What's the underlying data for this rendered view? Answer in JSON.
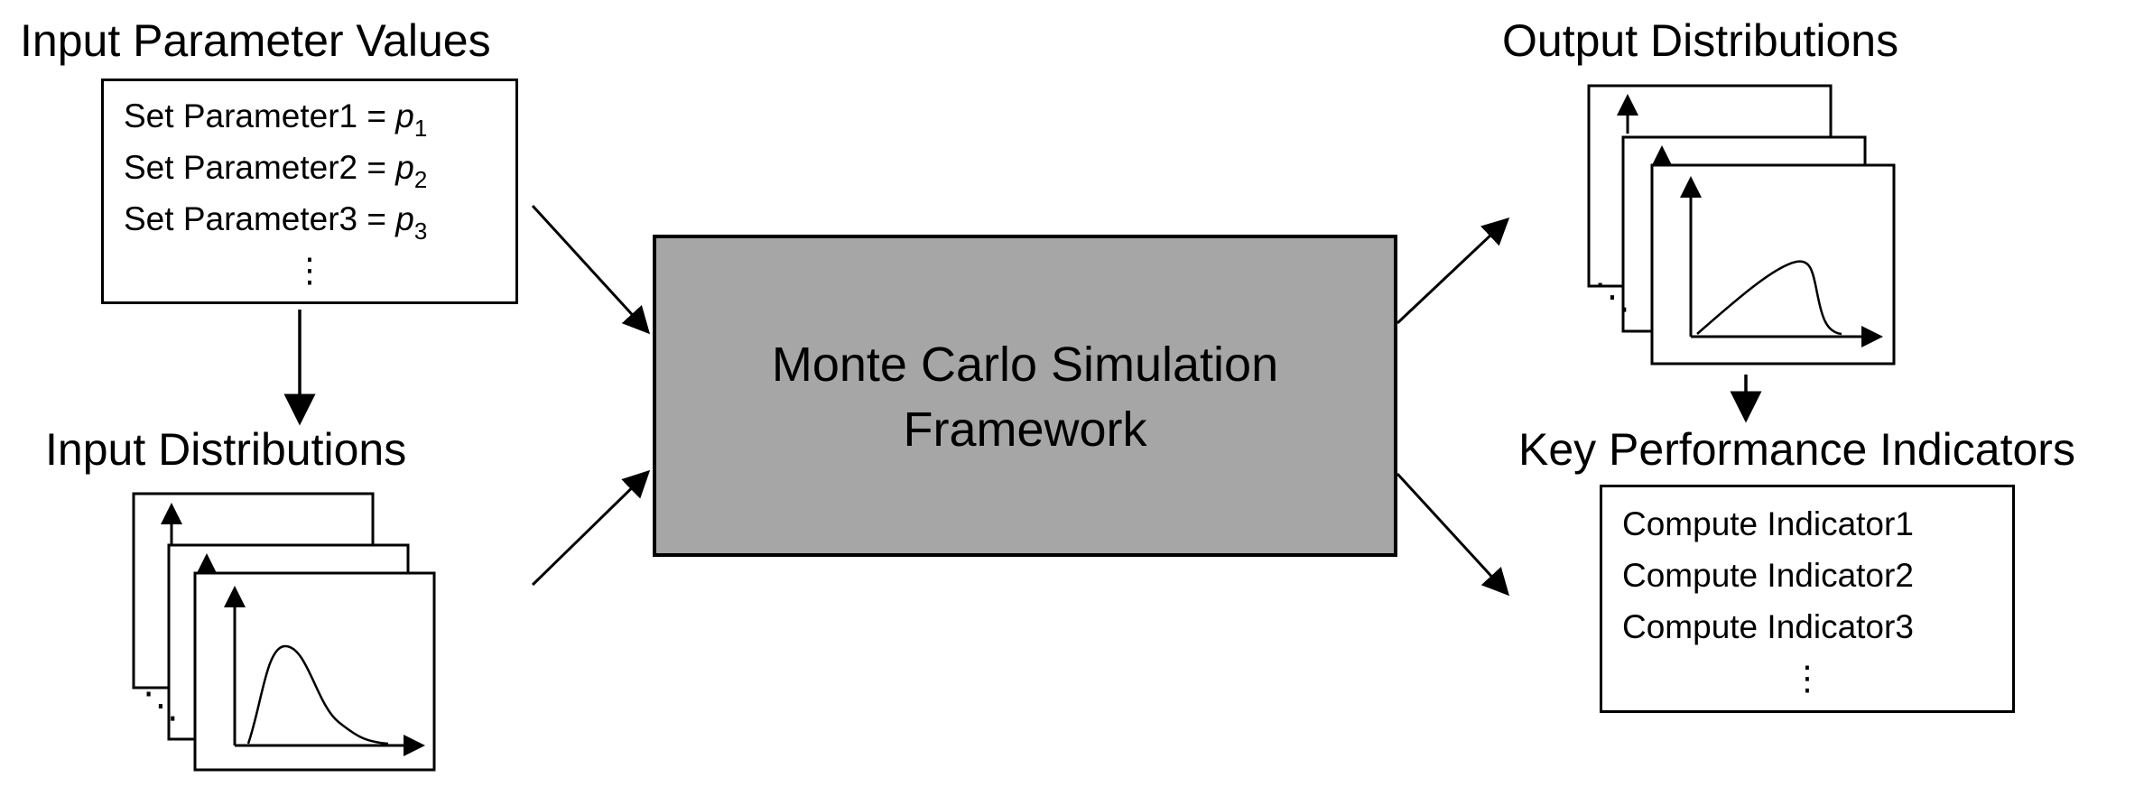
{
  "diagram": {
    "input_parameter_values": {
      "title": "Input Parameter Values",
      "lines": [
        {
          "prefix": "Set Parameter1 = ",
          "var": "p",
          "sub": "1"
        },
        {
          "prefix": "Set Parameter2 = ",
          "var": "p",
          "sub": "2"
        },
        {
          "prefix": "Set Parameter3 = ",
          "var": "p",
          "sub": "3"
        }
      ],
      "ellipsis": "⋮"
    },
    "input_distributions": {
      "title": "Input Distributions",
      "ellipsis": "⋱"
    },
    "center": {
      "line1": "Monte Carlo Simulation",
      "line2": "Framework",
      "fill": "#a6a6a6"
    },
    "output_distributions": {
      "title": "Output Distributions",
      "ellipsis": "⋱"
    },
    "key_performance_indicators": {
      "title": "Key Performance Indicators",
      "lines": [
        "Compute Indicator1",
        "Compute Indicator2",
        "Compute Indicator3"
      ],
      "ellipsis": "⋮"
    }
  }
}
